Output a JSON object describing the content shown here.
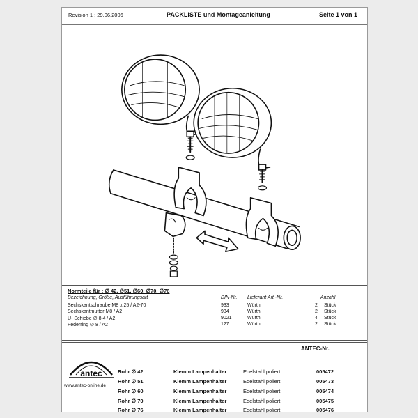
{
  "header": {
    "revision": "Revision 1 :  29.06.2006",
    "title": "PACKLISTE und Montageanleitung",
    "page": "Seite 1 von 1"
  },
  "parts": {
    "title": "Normteile für : ∅ 42, ∅51, ∅60, ∅70, ∅76",
    "columns": [
      "Bezeichnung, Größe, Ausführungsart",
      "DIN-Nr.",
      "Lieferant Art.-Nr.",
      "Anzahl"
    ],
    "rows": [
      {
        "name": "Sechskantschraube M8 x 25 / A2-70",
        "din": "933",
        "supplier": "Würth",
        "qty": "2",
        "unit": "Stück"
      },
      {
        "name": "Sechskantmutter M8 / A2",
        "din": "934",
        "supplier": "Würth",
        "qty": "2",
        "unit": "Stück"
      },
      {
        "name": "U- Schiebe ∅ 8,4 / A2",
        "din": "9021",
        "supplier": "Würth",
        "qty": "4",
        "unit": "Stück"
      },
      {
        "name": "Federring ∅ 8 / A2",
        "din": "127",
        "supplier": "Würth",
        "qty": "2",
        "unit": "Stück"
      }
    ]
  },
  "products": {
    "header": "ANTEC-Nr.",
    "logo_text": "antec",
    "url": "www.antec-online.de",
    "rows": [
      {
        "rohr": "Rohr ∅ 42",
        "desc": "Klemm Lampenhalter",
        "material": "Edelstahl poliert",
        "nr": "005472"
      },
      {
        "rohr": "Rohr ∅ 51",
        "desc": "Klemm Lampenhalter",
        "material": "Edelstahl poliert",
        "nr": "005473"
      },
      {
        "rohr": "Rohr ∅ 60",
        "desc": "Klemm Lampenhalter",
        "material": "Edelstahl poliert",
        "nr": "005474"
      },
      {
        "rohr": "Rohr ∅ 70",
        "desc": "Klemm Lampenhalter",
        "material": "Edelstahl poliert",
        "nr": "005475"
      },
      {
        "rohr": "Rohr ∅ 76",
        "desc": "Klemm Lampenhalter",
        "material": "Edelstahl poliert",
        "nr": "005476"
      }
    ]
  }
}
